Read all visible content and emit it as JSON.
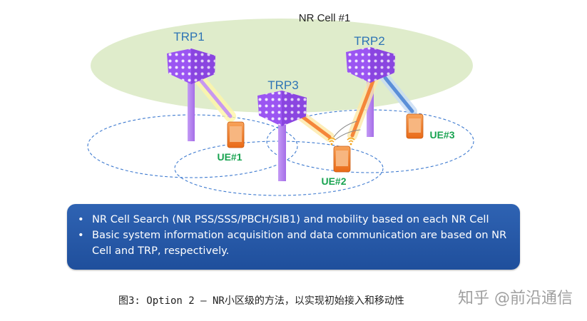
{
  "diagram": {
    "cell_label": "NR Cell #1",
    "trps": [
      {
        "label": "TRP1"
      },
      {
        "label": "TRP2"
      },
      {
        "label": "TRP3"
      }
    ],
    "ues": [
      {
        "label": "UE#1"
      },
      {
        "label": "UE#2"
      },
      {
        "label": "UE#3"
      }
    ],
    "colors": {
      "cell_ellipse": "#dfeccb",
      "trp_body": "#9b55f2",
      "trp_label": "#2e74b5",
      "ue_body": "#f07b2a",
      "ue_label": "#18a350",
      "beam_yellow": "#fff07a",
      "beam_orange": "#f5863a",
      "beam_blue": "#5b8fd8"
    }
  },
  "bullets": {
    "items": [
      "NR Cell Search (NR PSS/SSS/PBCH/SIB1) and mobility based on each NR Cell",
      "Basic system information acquisition and data communication are based on NR Cell and TRP, respectively."
    ],
    "background_color": "#2a5aa8"
  },
  "caption": "图3:  Option 2 – NR小区级的方法，以实现初始接入和移动性",
  "watermark": "知乎 @前沿通信"
}
